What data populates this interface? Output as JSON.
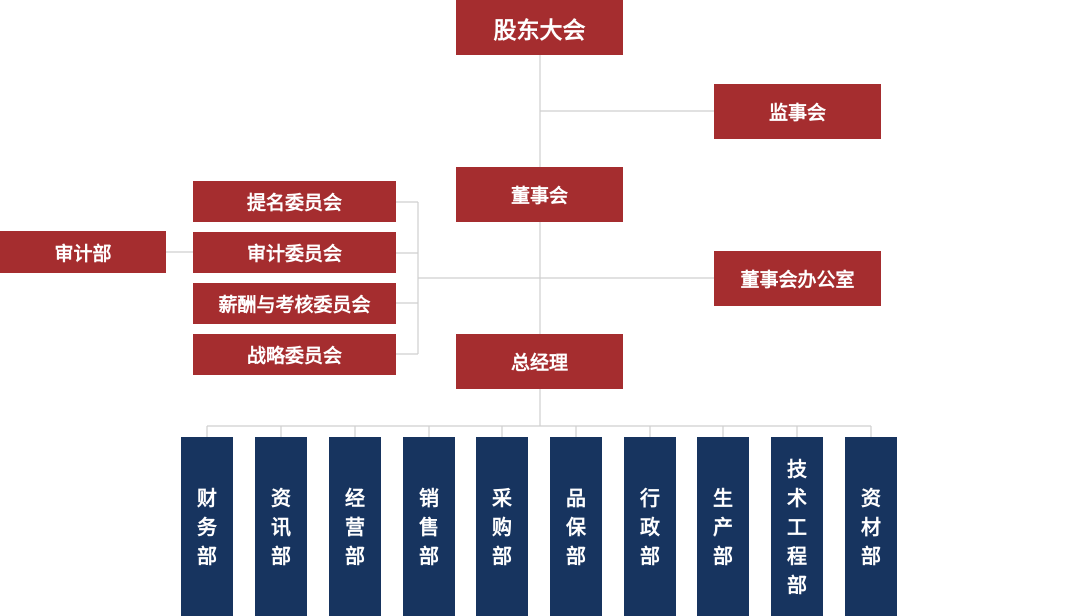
{
  "top": {
    "shareholders": "股东大会",
    "supervisors": "监事会",
    "board": "董事会",
    "board_office": "董事会办公室",
    "gm": "总经理"
  },
  "committees": [
    "提名委员会",
    "审计委员会",
    "薪酬与考核委员会",
    "战略委员会"
  ],
  "audit_dept": "审计部",
  "departments": [
    "财务部",
    "资讯部",
    "经营部",
    "销售部",
    "采购部",
    "品保部",
    "行政部",
    "生产部",
    "技术工程部",
    "资材部"
  ],
  "colors": {
    "red": "#a52d2f",
    "navy": "#17345f",
    "line": "#cfcfcf"
  }
}
